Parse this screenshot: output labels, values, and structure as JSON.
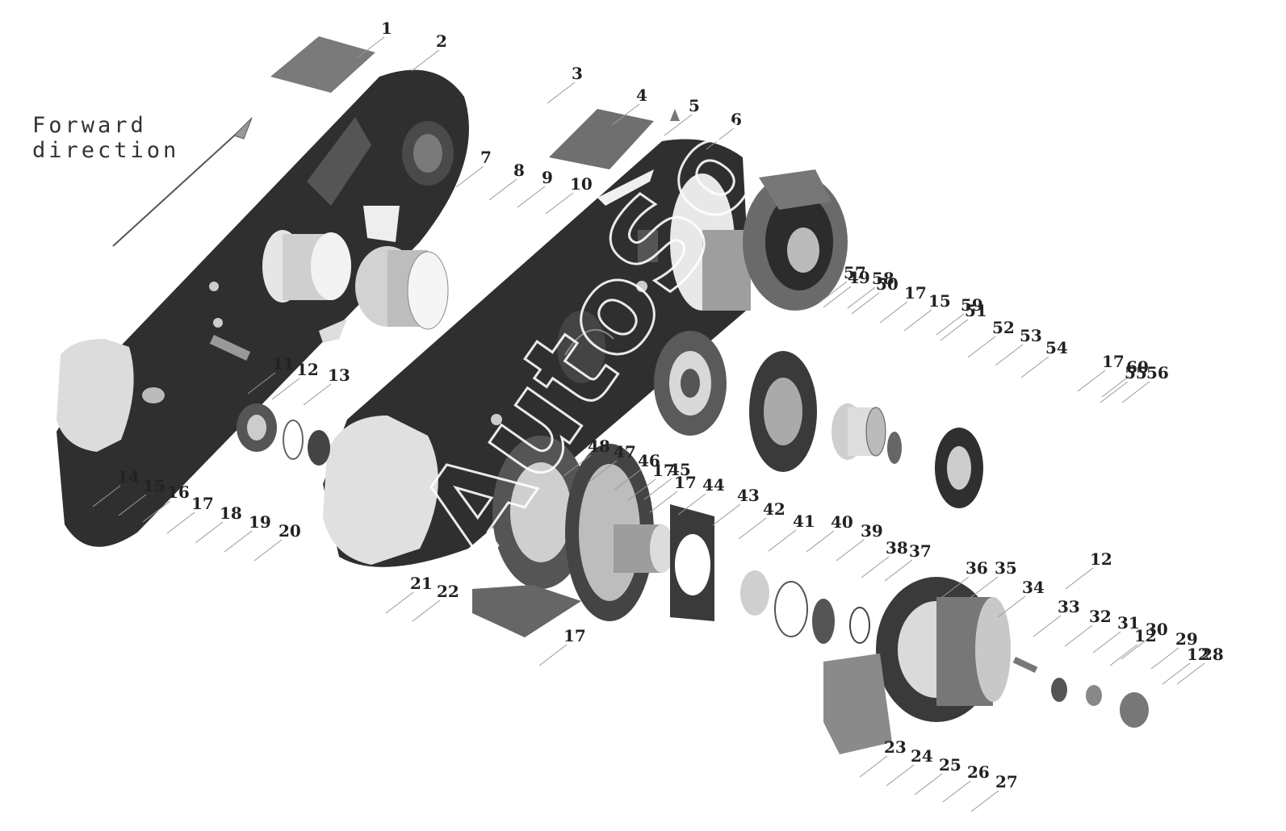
{
  "diagram": {
    "forward_label": "Forward\ndirection",
    "watermark": "AutoSoft",
    "callouts": [
      "1",
      "2",
      "3",
      "4",
      "5",
      "6",
      "7",
      "8",
      "9",
      "10",
      "11",
      "12",
      "13",
      "14",
      "15",
      "16",
      "17",
      "18",
      "19",
      "20",
      "21",
      "22",
      "23",
      "24",
      "25",
      "26",
      "27",
      "28",
      "29",
      "30",
      "31",
      "32",
      "33",
      "34",
      "35",
      "36",
      "37",
      "38",
      "39",
      "40",
      "41",
      "42",
      "43",
      "44",
      "45",
      "46",
      "47",
      "48",
      "49",
      "50",
      "51",
      "52",
      "53",
      "54",
      "55",
      "56",
      "57",
      "58",
      "59",
      "60"
    ],
    "repeat_callouts": [
      "17",
      "12",
      "15",
      "17",
      "17",
      "12",
      "17",
      "12",
      "17"
    ]
  }
}
